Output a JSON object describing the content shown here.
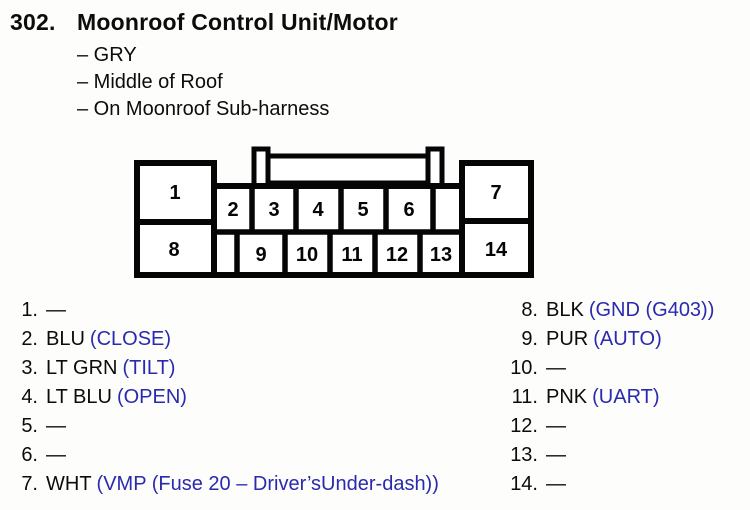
{
  "header": {
    "number": "302.",
    "title": "Moonroof Control Unit/Motor",
    "attributes": [
      "– GRY",
      "– Middle of Roof",
      "– On Moonroof Sub-harness"
    ]
  },
  "connector": {
    "pins": [
      "1",
      "2",
      "3",
      "4",
      "5",
      "6",
      "7",
      "8",
      "9",
      "10",
      "11",
      "12",
      "13",
      "14"
    ]
  },
  "pin_list": {
    "left": [
      {
        "num": "1.",
        "color": "—",
        "func": ""
      },
      {
        "num": "2.",
        "color": "BLU",
        "func": "(CLOSE)"
      },
      {
        "num": "3.",
        "color": "LT GRN",
        "func": "(TILT)"
      },
      {
        "num": "4.",
        "color": "LT BLU",
        "func": "(OPEN)"
      },
      {
        "num": "5.",
        "color": "—",
        "func": ""
      },
      {
        "num": "6.",
        "color": "—",
        "func": ""
      },
      {
        "num": "7.",
        "color": "WHT",
        "func": "(VMP (Fuse 20 – Driver’sUnder-dash))"
      }
    ],
    "right": [
      {
        "num": "8.",
        "color": "BLK",
        "func": "(GND (G403))"
      },
      {
        "num": "9.",
        "color": "PUR",
        "func": "(AUTO)"
      },
      {
        "num": "10.",
        "color": "—",
        "func": ""
      },
      {
        "num": "11.",
        "color": "PNK",
        "func": "(UART)"
      },
      {
        "num": "12.",
        "color": "—",
        "func": ""
      },
      {
        "num": "13.",
        "color": "—",
        "func": ""
      },
      {
        "num": "14.",
        "color": "—",
        "func": ""
      }
    ]
  },
  "colors": {
    "function_blue": "#2a2aae",
    "text_black": "#0c0c0c",
    "background": "#fdfdfc"
  }
}
